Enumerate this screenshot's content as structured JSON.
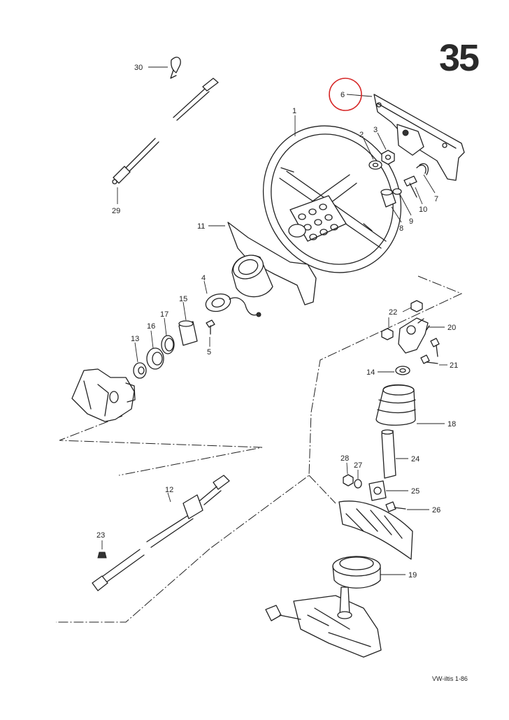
{
  "page_number": "35",
  "footer_text": "VW-iltis 1-86",
  "highlight_color": "#d62828",
  "highlighted_part": "6",
  "part_labels": [
    "1",
    "2",
    "3",
    "4",
    "5",
    "6",
    "7",
    "8",
    "9",
    "10",
    "11",
    "12",
    "13",
    "14",
    "15",
    "16",
    "17",
    "18",
    "19",
    "20",
    "21",
    "22",
    "23",
    "24",
    "25",
    "26",
    "27",
    "28",
    "29",
    "30"
  ]
}
